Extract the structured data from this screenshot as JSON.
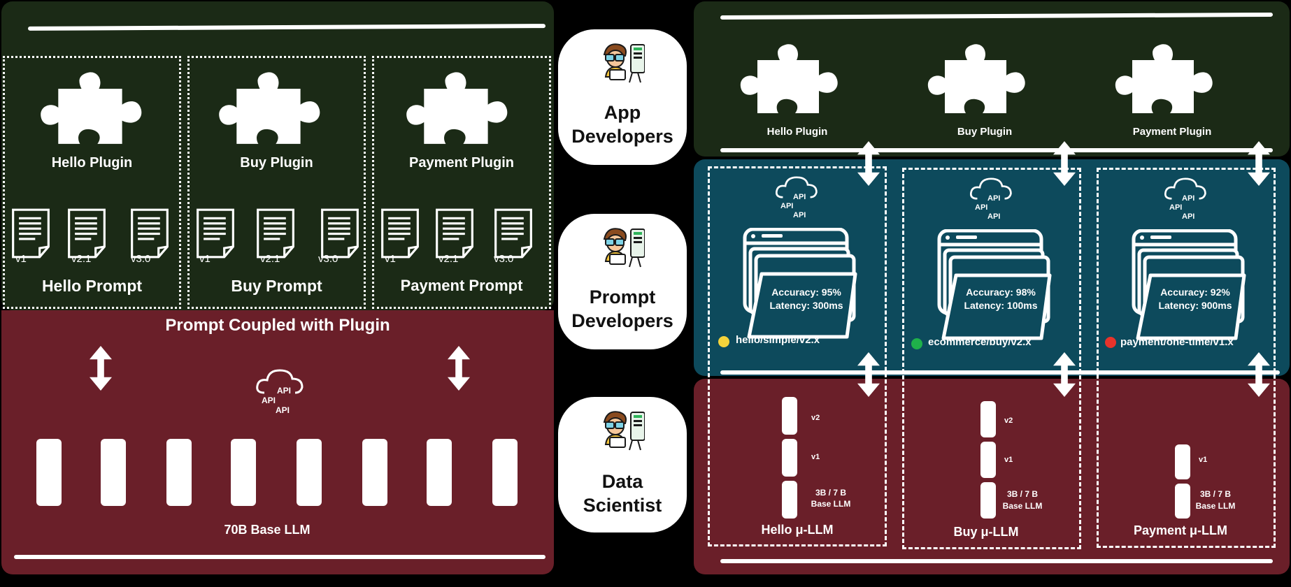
{
  "left": {
    "plugins": [
      {
        "name": "Hello Plugin",
        "prompt": "Hello Prompt",
        "versions": [
          "v1",
          "v2.1",
          "v3.0"
        ]
      },
      {
        "name": "Buy Plugin",
        "prompt": "Buy Prompt",
        "versions": [
          "v1",
          "v2.1",
          "v3.0"
        ]
      },
      {
        "name": "Payment Plugin",
        "prompt": "Payment Prompt",
        "versions": [
          "v1",
          "v2.1",
          "v3.0"
        ]
      }
    ],
    "coupled_title": "Prompt Coupled with Plugin",
    "api_text": [
      "API",
      "API",
      "API"
    ],
    "base_llm_label": "70B Base LLM"
  },
  "roles": [
    {
      "line1": "App",
      "line2": "Developers"
    },
    {
      "line1": "Prompt",
      "line2": "Developers"
    },
    {
      "line1": "Data",
      "line2": "Scientist"
    }
  ],
  "right": {
    "plugins": [
      "Hello Plugin",
      "Buy Plugin",
      "Payment Plugin"
    ],
    "prompts": [
      {
        "accuracy": "Accuracy: 95%",
        "latency": "Latency: 300ms",
        "path": "hello/simple/v2.x",
        "status_color": "#f5d33b"
      },
      {
        "accuracy": "Accuracy: 98%",
        "latency": "Latency: 100ms",
        "path": "ecommerce/buy/v2.x",
        "status_color": "#1fb14a"
      },
      {
        "accuracy": "Accuracy: 92%",
        "latency": "Latency: 900ms",
        "path": "payment/one-time/v1.x",
        "status_color": "#e8332b"
      }
    ],
    "api_text": [
      "API",
      "API",
      "API"
    ],
    "models": [
      {
        "label": "Hello  μ-LLM",
        "layers": [
          "v2",
          "v1"
        ],
        "base": [
          "3B / 7 B",
          "Base LLM"
        ]
      },
      {
        "label": "Buy  μ-LLM",
        "layers": [
          "v2",
          "v1"
        ],
        "base": [
          "3B / 7 B",
          "Base LLM"
        ]
      },
      {
        "label": "Payment  μ-LLM",
        "layers": [
          "v1"
        ],
        "base": [
          "3B / 7 B",
          "Base LLM"
        ]
      }
    ]
  },
  "colors": {
    "green": "#1b2a16",
    "maroon": "#6a1f29",
    "teal": "#0d4a5c"
  }
}
